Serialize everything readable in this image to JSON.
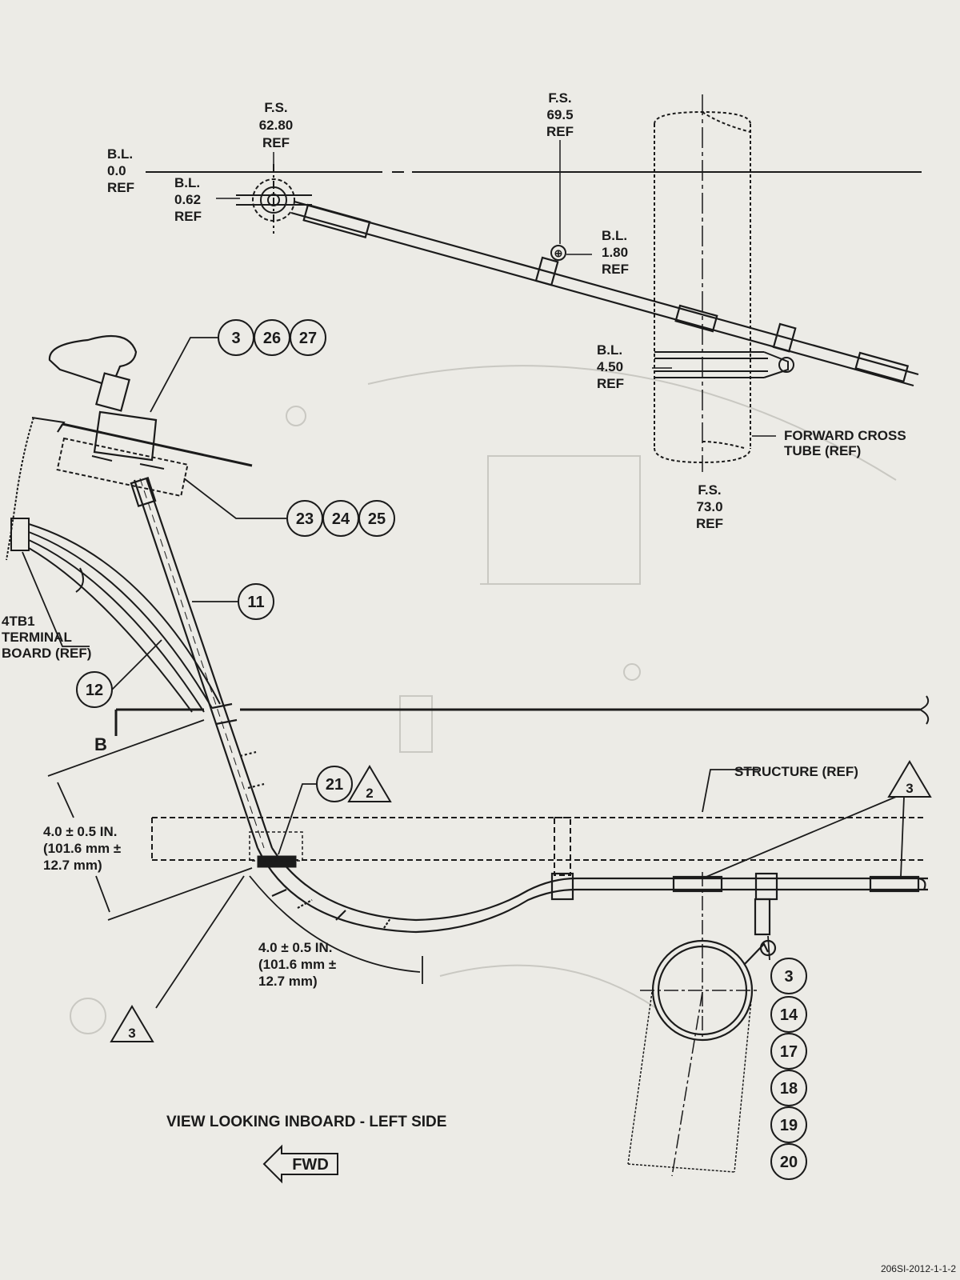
{
  "stations": {
    "fs_6280": {
      "line1": "F.S.",
      "line2": "62.80",
      "line3": "REF"
    },
    "fs_695": {
      "line1": "F.S.",
      "line2": "69.5",
      "line3": "REF"
    },
    "fs_730": {
      "line1": "F.S.",
      "line2": "73.0",
      "line3": "REF"
    },
    "bl_00": {
      "line1": "B.L.",
      "line2": "0.0",
      "line3": "REF"
    },
    "bl_062": {
      "line1": "B.L.",
      "line2": "0.62",
      "line3": "REF"
    },
    "bl_180": {
      "line1": "B.L.",
      "line2": "1.80",
      "line3": "REF"
    },
    "bl_450": {
      "line1": "B.L.",
      "line2": "4.50",
      "line3": "REF"
    }
  },
  "refs": {
    "forward_cross_tube": {
      "line1": "FORWARD CROSS",
      "line2": "TUBE (REF)"
    },
    "terminal_board": {
      "line1": "4TB1",
      "line2": "TERMINAL",
      "line3": "BOARD (REF)"
    },
    "structure": "STRUCTURE (REF)"
  },
  "callouts": {
    "group_a": [
      "3",
      "26",
      "27"
    ],
    "group_b": [
      "23",
      "24",
      "25"
    ],
    "item_11": "11",
    "item_12": "12",
    "item_21": "21",
    "group_c": [
      "3",
      "14",
      "17",
      "18",
      "19",
      "20"
    ]
  },
  "notes": {
    "note_2": "2",
    "note_3_right": "3",
    "note_3_left": "3"
  },
  "dimensions": {
    "upper": {
      "line1": "4.0 ± 0.5 IN.",
      "line2": "(101.6 mm ±",
      "line3": "12.7 mm)"
    },
    "lower": {
      "line1": "4.0 ± 0.5 IN.",
      "line2": "(101.6 mm ±",
      "line3": "12.7 mm)"
    }
  },
  "section_marker": "B",
  "view_title": "VIEW LOOKING INBOARD - LEFT SIDE",
  "fwd_label": "FWD",
  "drawing_id": "206SI-2012-1-1-2"
}
